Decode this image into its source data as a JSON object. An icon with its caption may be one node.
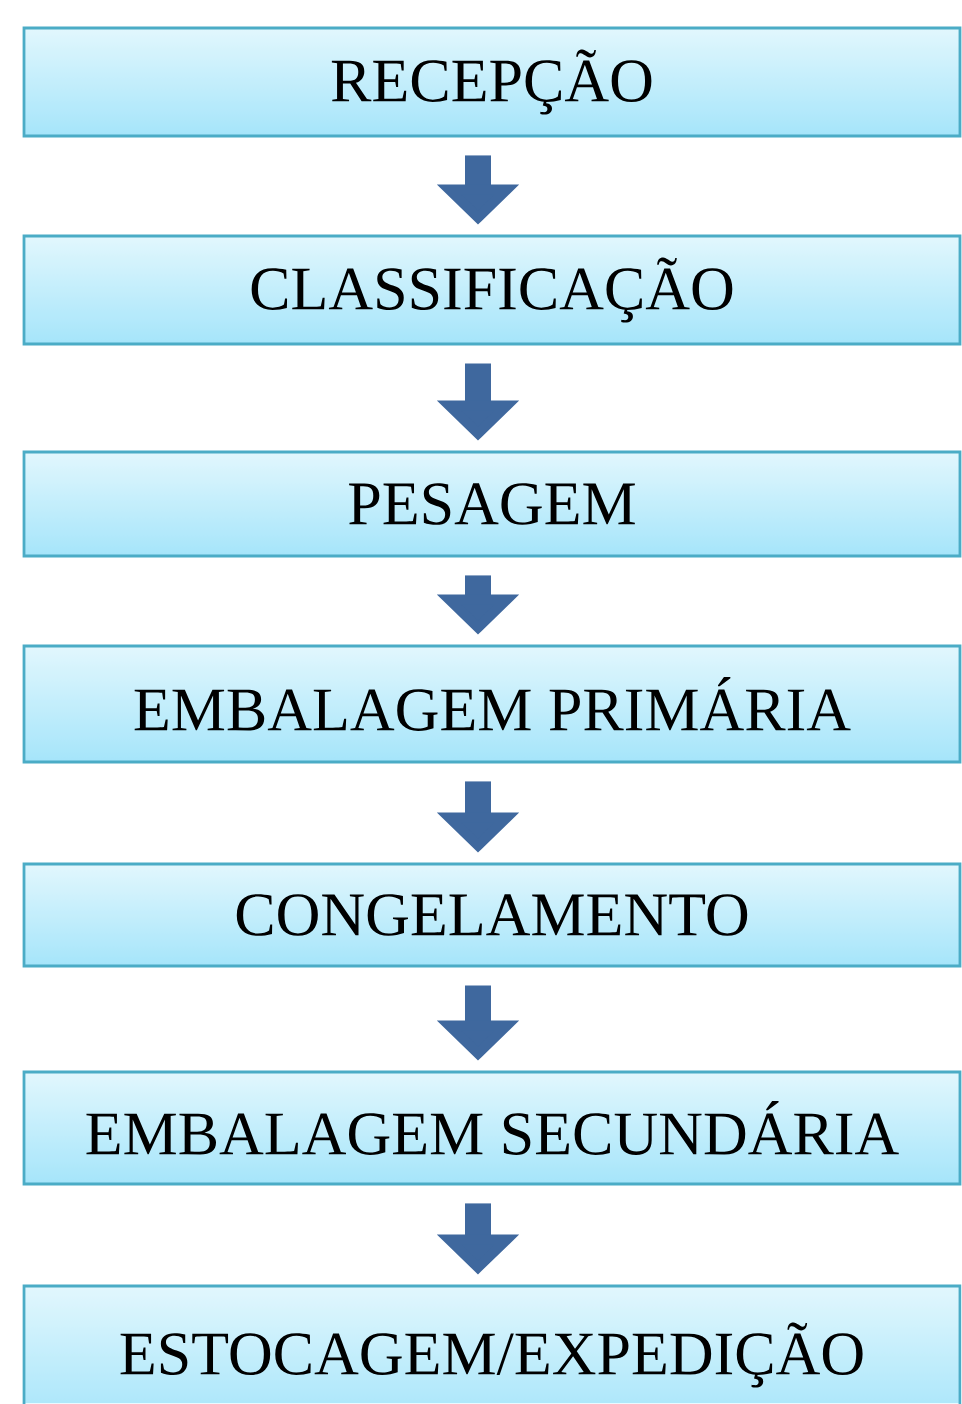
{
  "diagram": {
    "nodes": [
      {
        "text": [
          "RECEPÇÃO"
        ]
      },
      {
        "text": [
          "CLASSIFICAÇÃO"
        ]
      },
      {
        "text": [
          "PESAGEM"
        ]
      },
      {
        "text": [
          "EMBALAGEM PRIMÁRIA"
        ]
      },
      {
        "text": [
          "CONGELAMENTO"
        ]
      },
      {
        "text": [
          "EMBALAGEM SECUNDÁRIA"
        ]
      },
      {
        "text": [
          "ESTOCAGEM/EXPEDIÇÃO"
        ]
      }
    ],
    "edges": [
      {
        "from": 0,
        "to": 1,
        "arrow": "to"
      },
      {
        "from": 1,
        "to": 2,
        "arrow": "to"
      },
      {
        "from": 2,
        "to": 3,
        "arrow": "to"
      },
      {
        "from": 3,
        "to": 4,
        "arrow": "to"
      },
      {
        "from": 4,
        "to": 5,
        "arrow": "to"
      },
      {
        "from": 5,
        "to": 6,
        "arrow": "to"
      }
    ]
  }
}
